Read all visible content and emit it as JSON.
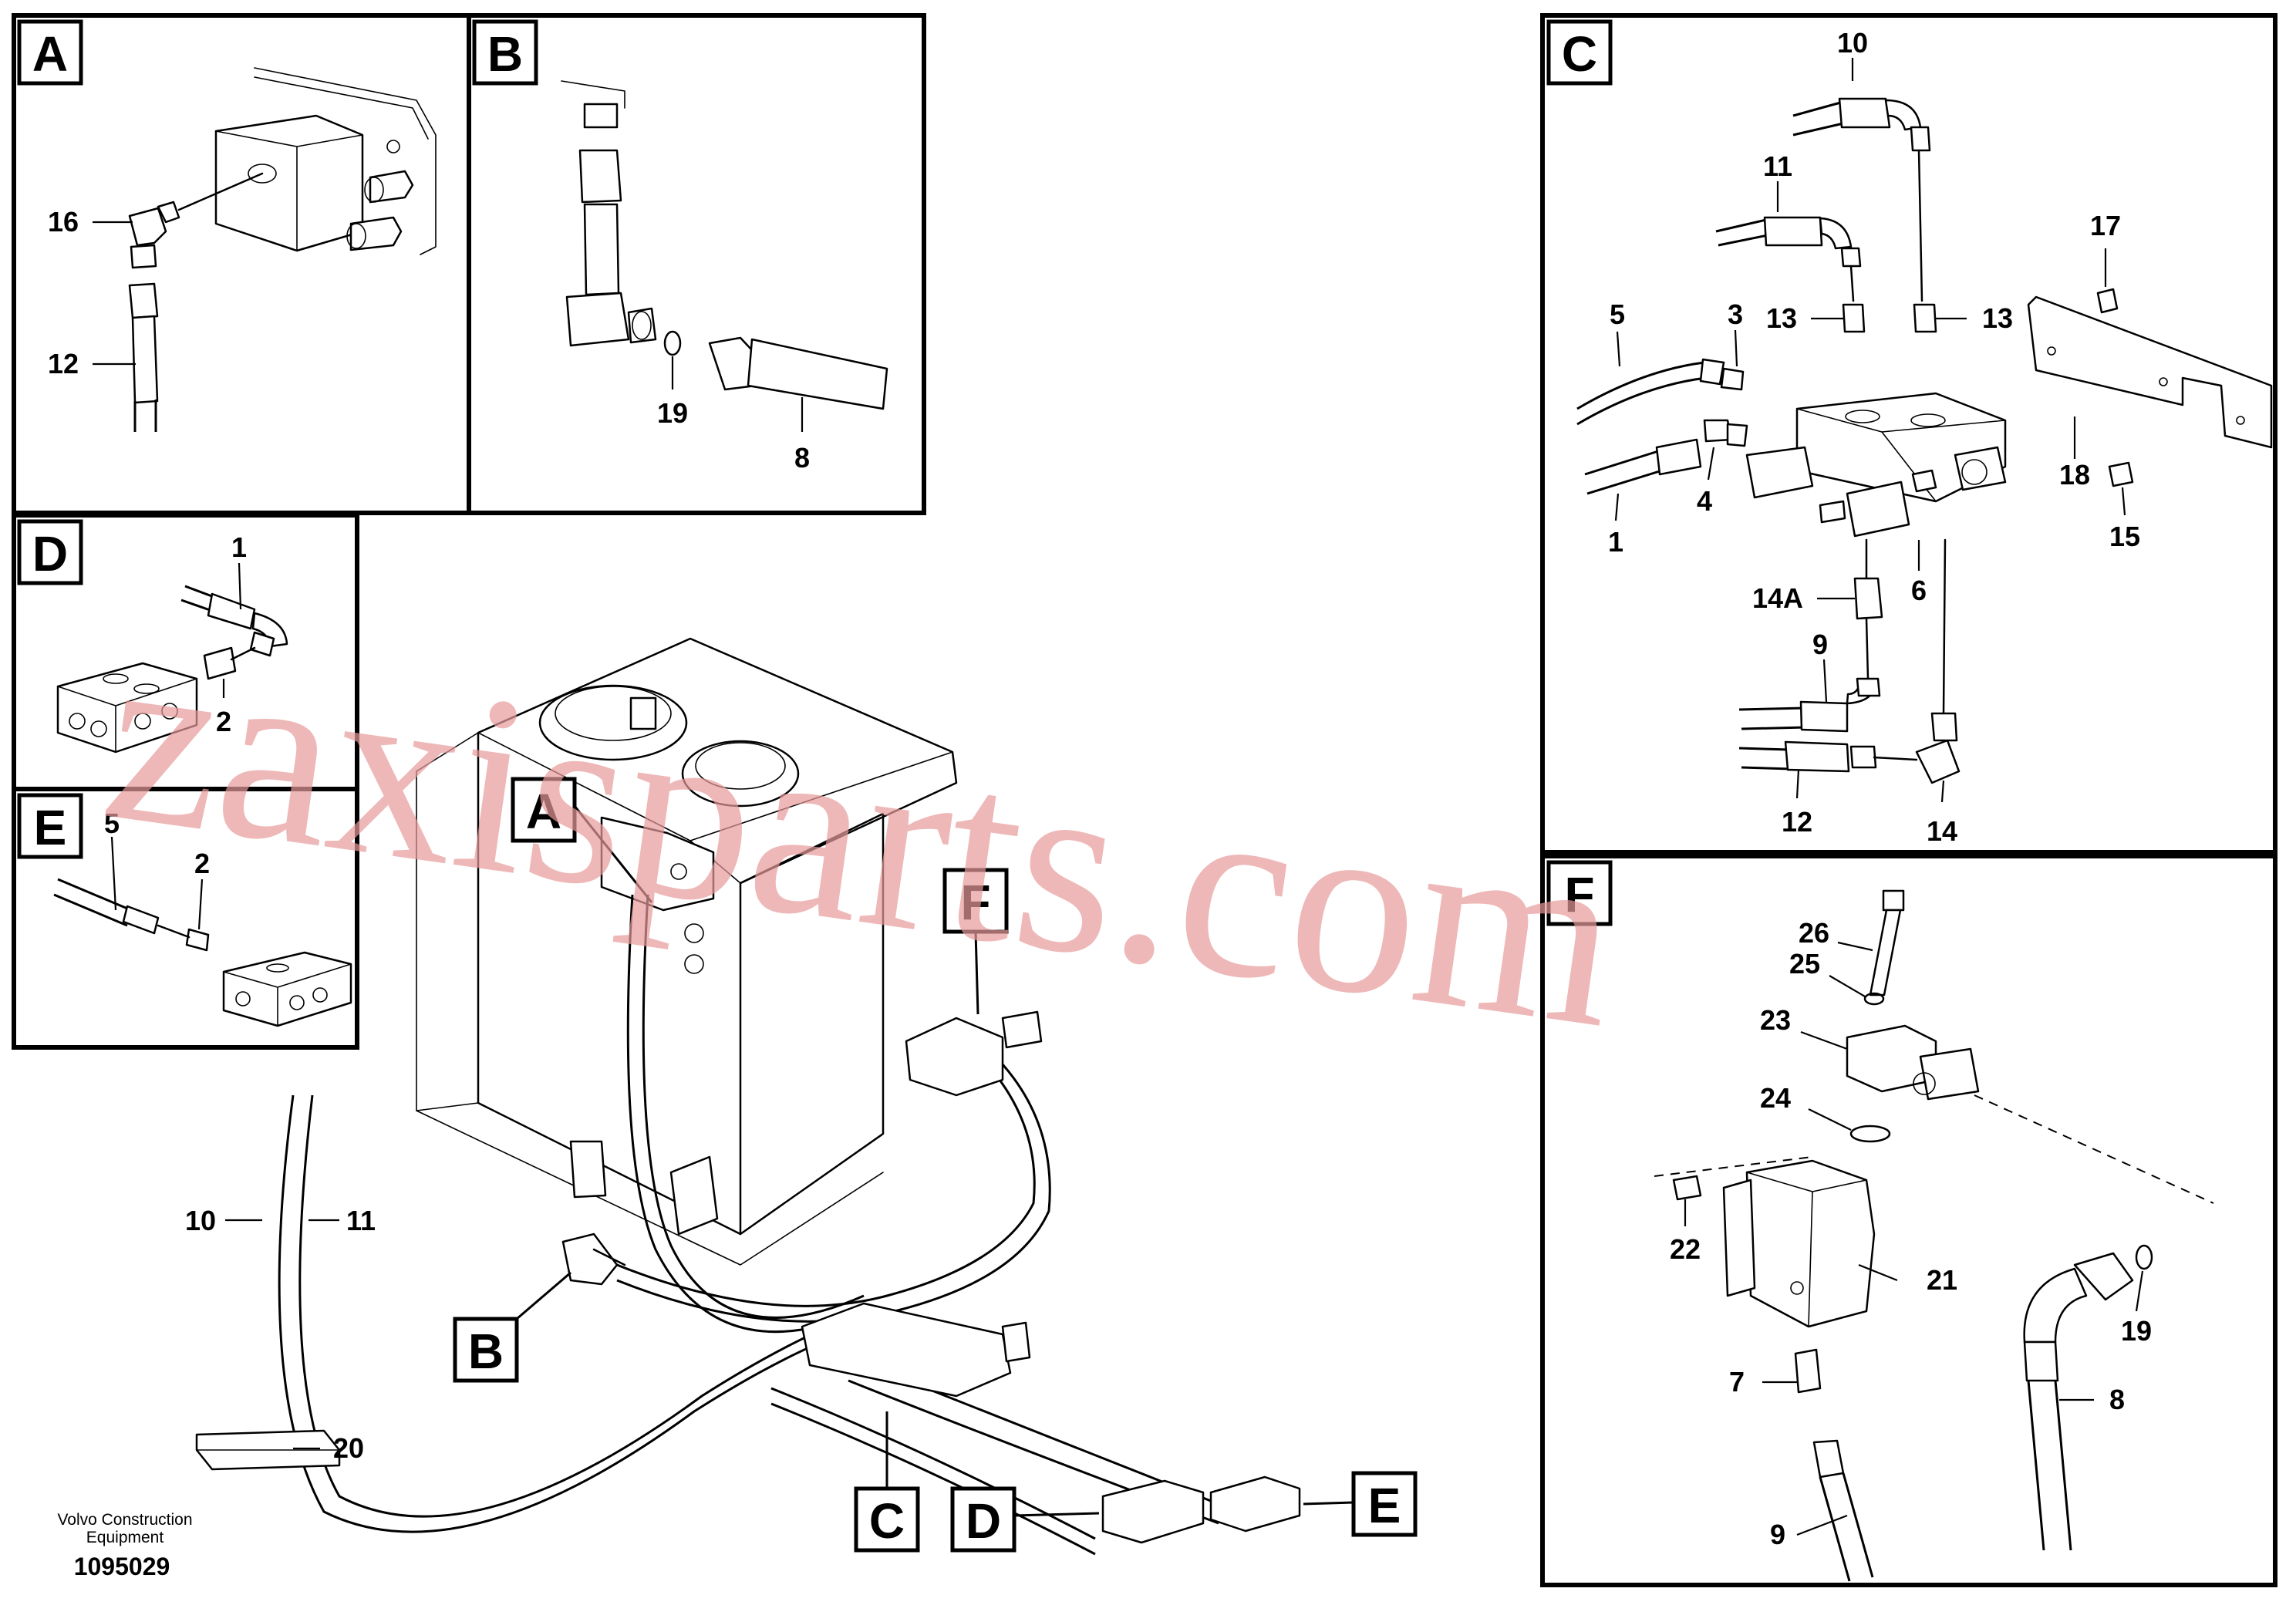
{
  "diagram": {
    "panels": {
      "A": {
        "letter": "A",
        "callouts": [
          "16",
          "12"
        ]
      },
      "B": {
        "letter": "B",
        "callouts": [
          "19",
          "8"
        ]
      },
      "C": {
        "letter": "C",
        "callouts": [
          "10",
          "11",
          "17",
          "5",
          "3",
          "13",
          "13",
          "1",
          "4",
          "18",
          "15",
          "14A",
          "6",
          "9",
          "12",
          "14"
        ]
      },
      "D": {
        "letter": "D",
        "callouts": [
          "1",
          "2"
        ]
      },
      "E": {
        "letter": "E",
        "callouts": [
          "5",
          "2"
        ]
      },
      "F": {
        "letter": "F",
        "callouts": [
          "26",
          "25",
          "23",
          "24",
          "22",
          "21",
          "19",
          "7",
          "8",
          "9"
        ]
      }
    },
    "main": {
      "callouts": [
        "10",
        "11",
        "20"
      ],
      "tags": [
        "A",
        "B",
        "C",
        "D",
        "E",
        "F"
      ]
    },
    "credit": {
      "line1": "Volvo Construction",
      "line2": "Equipment"
    },
    "doc_number": "1095029",
    "watermark": "zaxisparts.com"
  }
}
